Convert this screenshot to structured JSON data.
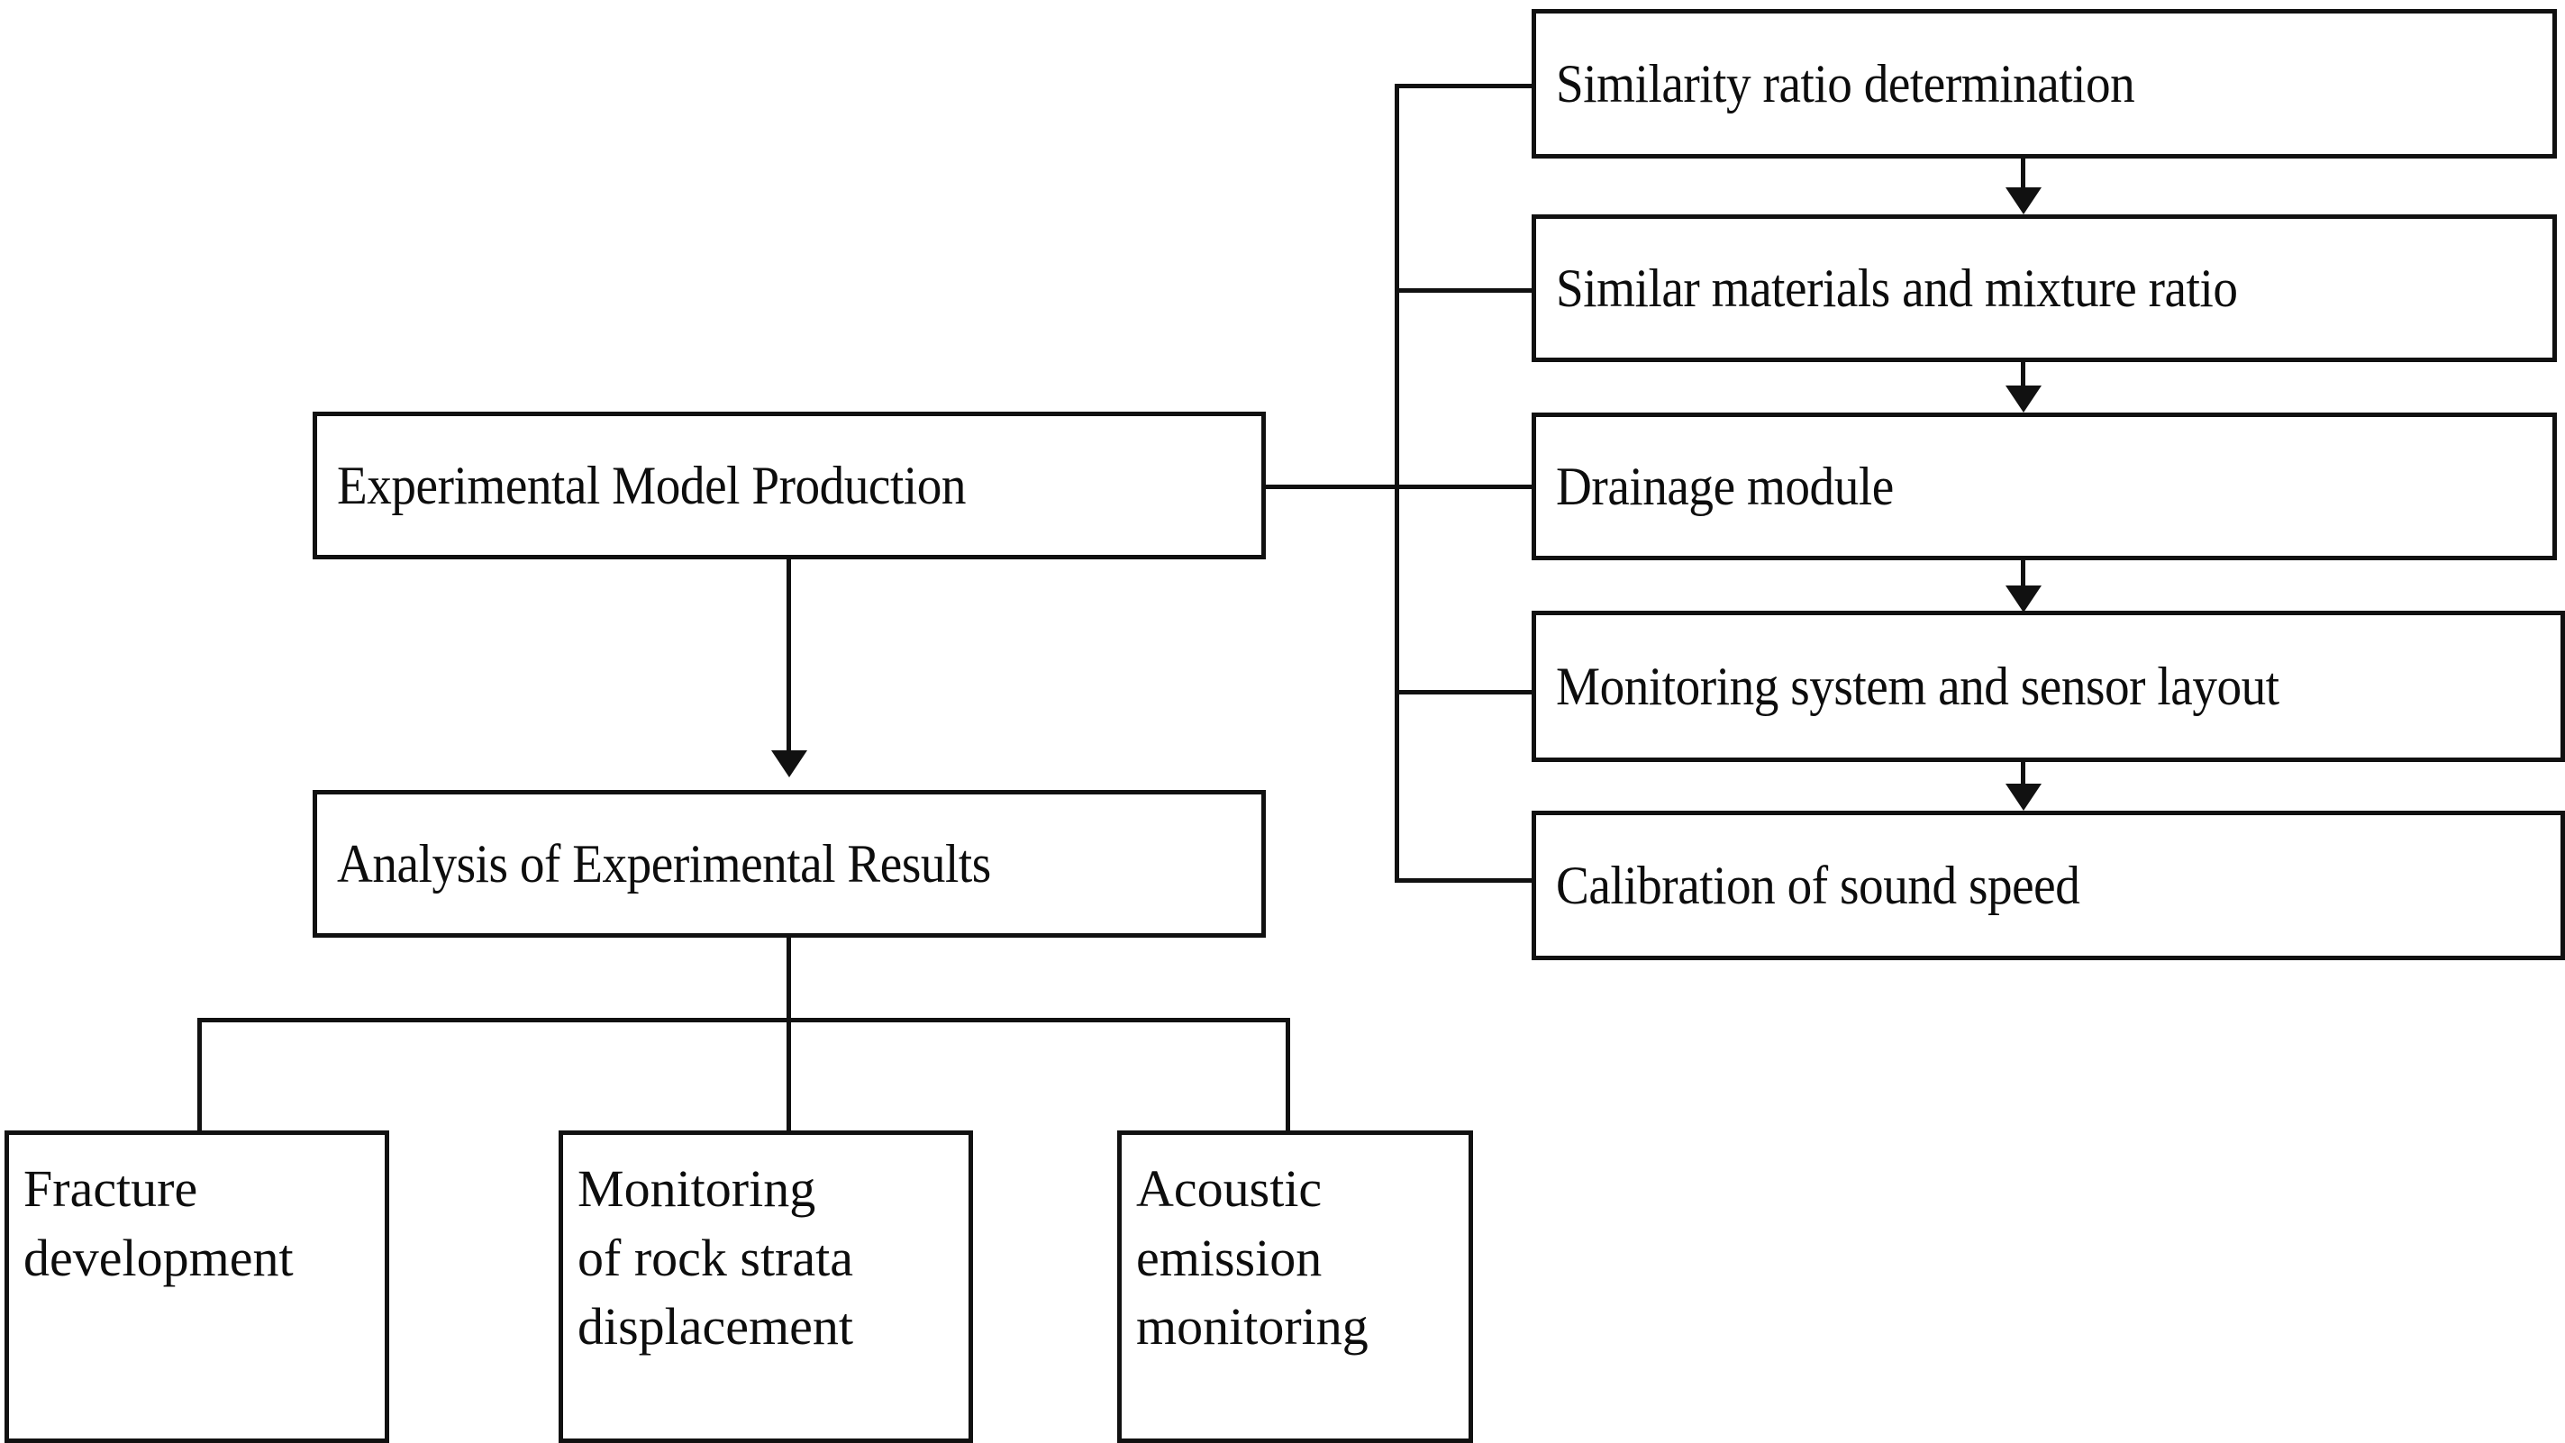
{
  "diagram": {
    "title": "Experimental research workflow flowchart",
    "line_color": "#111111",
    "box_fill": "#ffffff",
    "text_color": "#0d0d0d"
  },
  "left_column": [
    {
      "id": "experimental-model-production",
      "label": "Experimental Model Production"
    },
    {
      "id": "analysis-of-experimental-results",
      "label": "Analysis of Experimental Results"
    }
  ],
  "right_column": [
    {
      "id": "similarity-ratio-determination",
      "label": "Similarity ratio determination"
    },
    {
      "id": "similar-materials-and-mixture-ratio",
      "label": "Similar materials and mixture ratio"
    },
    {
      "id": "drainage-module",
      "label": "Drainage module"
    },
    {
      "id": "monitoring-system-and-sensor-layout",
      "label": "Monitoring system and sensor layout"
    },
    {
      "id": "calibration-of-sound-speed",
      "label": "Calibration of sound speed"
    }
  ],
  "bottom_row": [
    {
      "id": "fracture-development",
      "label": "Fracture\ndevelopment"
    },
    {
      "id": "monitoring-of-rock-strata-displacement",
      "label": "Monitoring\nof rock strata\ndisplacement"
    },
    {
      "id": "acoustic-emission-monitoring",
      "label": "Acoustic\nemission\nmonitoring"
    }
  ],
  "connections": [
    {
      "from": "experimental-model-production",
      "to": "right-column-trunk",
      "type": "elbow"
    },
    {
      "from": "experimental-model-production",
      "to": "analysis-of-experimental-results",
      "type": "arrow-down"
    },
    {
      "from": "similarity-ratio-determination",
      "to": "similar-materials-and-mixture-ratio",
      "type": "arrow-down"
    },
    {
      "from": "similar-materials-and-mixture-ratio",
      "to": "drainage-module",
      "type": "arrow-down"
    },
    {
      "from": "drainage-module",
      "to": "monitoring-system-and-sensor-layout",
      "type": "arrow-down"
    },
    {
      "from": "monitoring-system-and-sensor-layout",
      "to": "calibration-of-sound-speed",
      "type": "arrow-down"
    },
    {
      "from": "analysis-of-experimental-results",
      "to": "fracture-development",
      "type": "elbow"
    },
    {
      "from": "analysis-of-experimental-results",
      "to": "monitoring-of-rock-strata-displacement",
      "type": "straight"
    },
    {
      "from": "analysis-of-experimental-results",
      "to": "acoustic-emission-monitoring",
      "type": "elbow"
    }
  ]
}
